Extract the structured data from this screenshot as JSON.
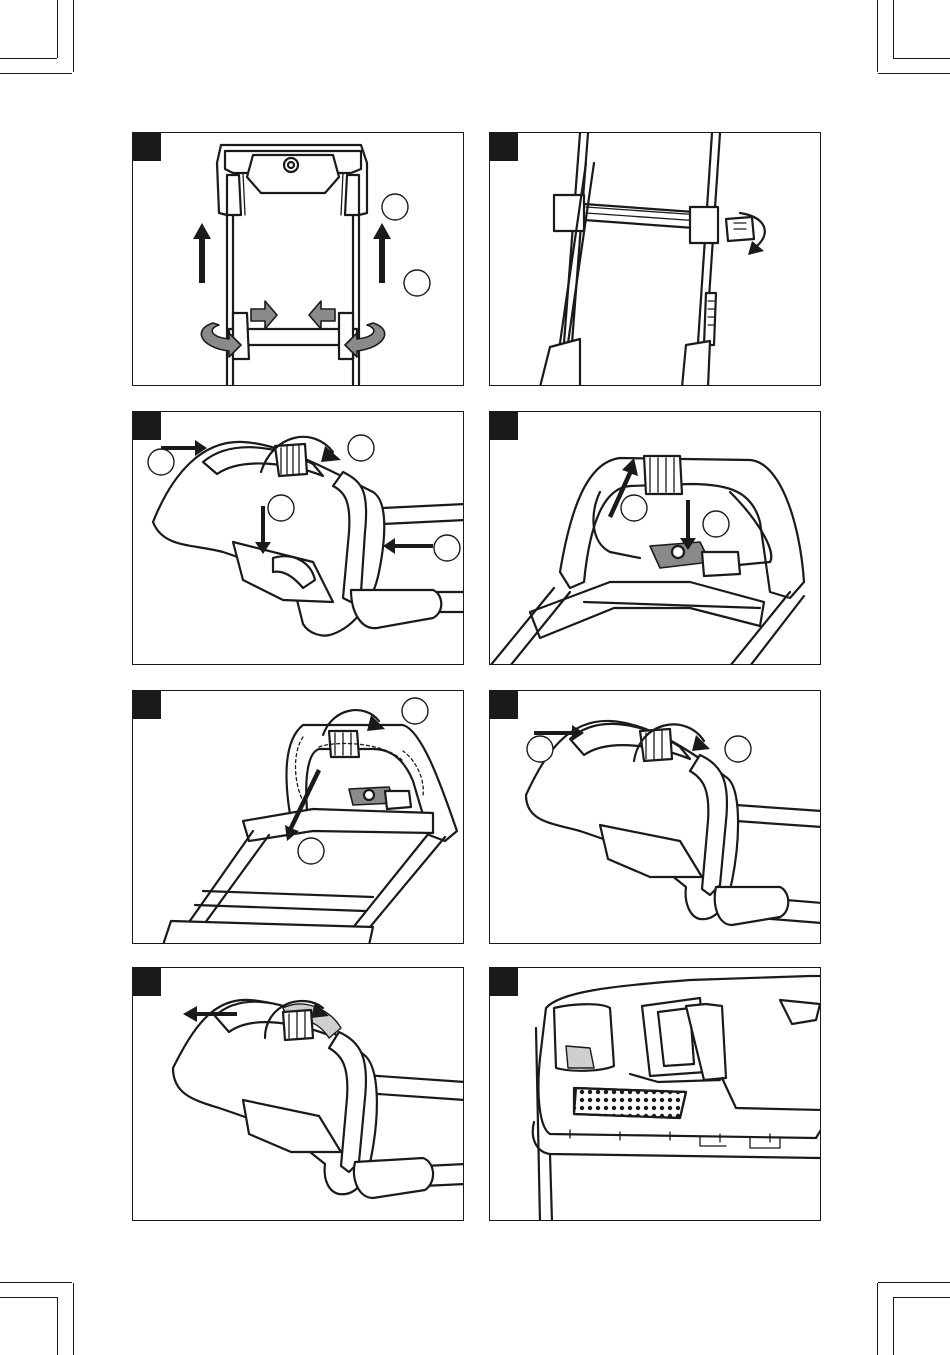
{
  "page": {
    "panels": [
      {
        "id": "panel-1",
        "callouts": 2,
        "content": "handle-unfold-lock"
      },
      {
        "id": "panel-2",
        "callouts": 0,
        "content": "height-adjust-knob"
      },
      {
        "id": "panel-3",
        "callouts": 4,
        "content": "handle-lever-rotate"
      },
      {
        "id": "panel-4",
        "callouts": 2,
        "content": "safety-key-insert"
      },
      {
        "id": "panel-5",
        "callouts": 2,
        "content": "handle-fold-cable"
      },
      {
        "id": "panel-6",
        "callouts": 2,
        "content": "handle-push-rotate"
      },
      {
        "id": "panel-7",
        "callouts": 0,
        "content": "handle-pull-release"
      },
      {
        "id": "panel-8",
        "callouts": 0,
        "content": "battery-housing"
      }
    ],
    "colors": {
      "ink": "#1a1a1a",
      "grey": "#8a8a8a",
      "light_grey": "#cfcfcf",
      "paper": "#ffffff"
    }
  }
}
